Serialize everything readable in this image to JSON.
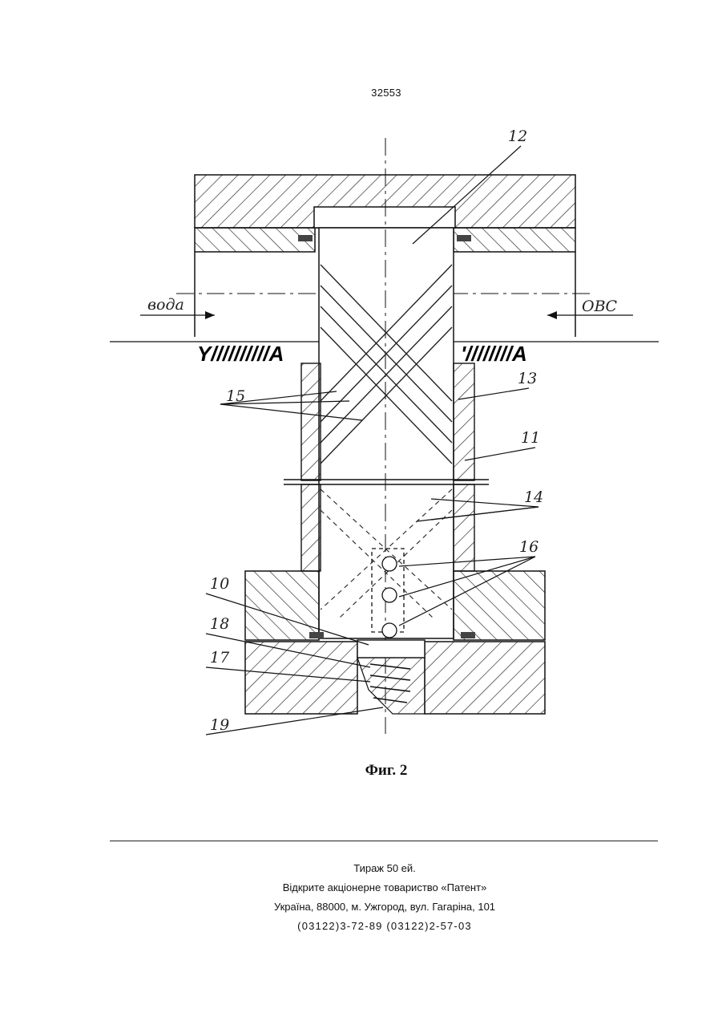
{
  "header": {
    "page_number": "32553"
  },
  "figure": {
    "caption": "Фиг. 2",
    "flow_labels": {
      "left": "вода",
      "right": "ОВС"
    },
    "section_marks": {
      "left": "Y//////////A",
      "right": "'////////A"
    },
    "part_numbers": [
      "10",
      "11",
      "12",
      "13",
      "14",
      "15",
      "16",
      "17",
      "18",
      "19"
    ]
  },
  "footer": {
    "circulation": "Тираж 50 ей.",
    "publisher": "Відкрите акціонерне товариство «Патент»",
    "address": "Україна, 88000, м. Ужгород, вул. Гагаріна, 101",
    "phones": "(03122)3-72-89   (03122)2-57-03"
  }
}
